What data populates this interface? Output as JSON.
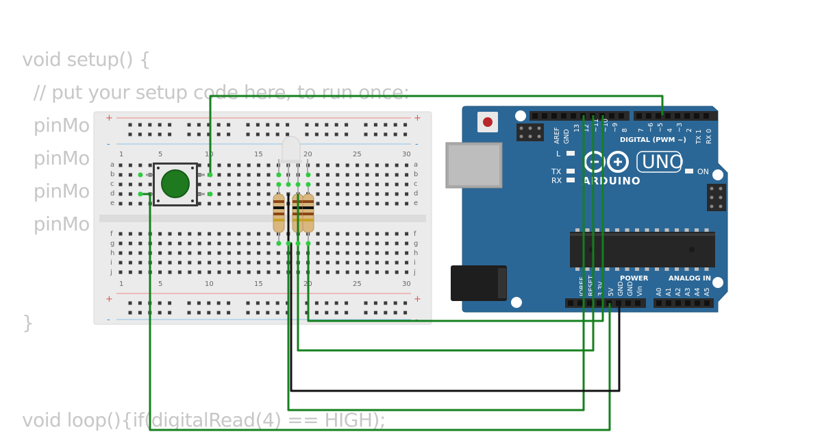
{
  "code": {
    "lines": [
      "void setup() {",
      "  // put your setup code here, to run once:",
      "  pinMo",
      "  pinMo",
      "  pinMo",
      "  pinMo",
      "}",
      "void loop(){if(digitalRead(4) == HIGH);"
    ]
  },
  "breadboard": {
    "column_numbers": [
      "1",
      "5",
      "10",
      "15",
      "20",
      "25",
      "30"
    ],
    "top_row_letters": [
      "a",
      "b",
      "c",
      "d",
      "e"
    ],
    "bottom_row_letters": [
      "f",
      "g",
      "h",
      "i",
      "j"
    ],
    "rail_plus": "+",
    "rail_minus": "-"
  },
  "components": {
    "pushbutton_color": "#1f7a1f",
    "led_color": "#e8e8e8",
    "resistor_count": 3
  },
  "arduino": {
    "model": "UNO",
    "brand": "ARDUINO",
    "digital_header_label": "DIGITAL (PWM ~)",
    "digital_pins": [
      "AREF",
      "GND",
      "13",
      "12",
      "~11",
      "~10",
      "~9",
      "8",
      "7",
      "~6",
      "~5",
      "4",
      "~3",
      "2",
      "TX 1",
      "RX 0"
    ],
    "power_header_label": "POWER",
    "power_pins": [
      "IOREF",
      "RESET",
      "3.3V",
      "5V",
      "GND",
      "GND",
      "Vin"
    ],
    "analog_header_label": "ANALOG IN",
    "analog_pins": [
      "A0",
      "A1",
      "A2",
      "A3",
      "A4",
      "A5"
    ],
    "led_labels": [
      "L",
      "TX",
      "RX"
    ],
    "on_label": "ON",
    "board_color": "#2b6796"
  },
  "wires": {
    "signal_color": "#15801e",
    "ground_color": "#111111"
  }
}
